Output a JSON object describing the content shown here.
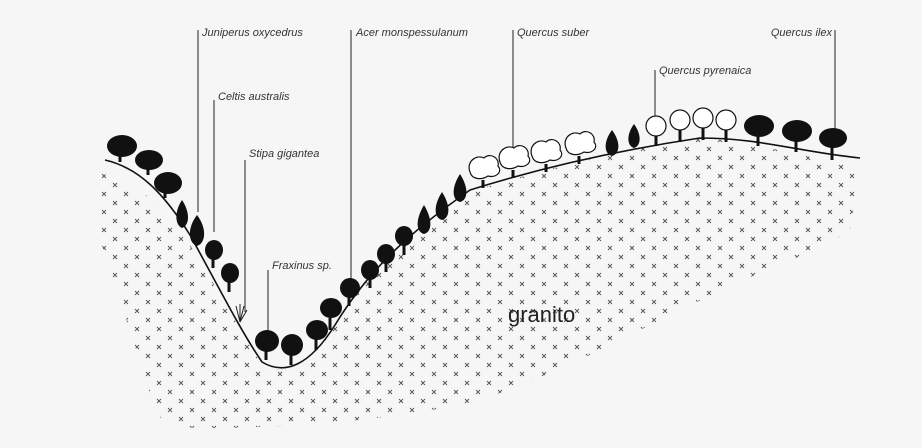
{
  "labels": {
    "juniperus": "Juniperus oxycedrus",
    "celtis": "Celtis australis",
    "stipa": "Stipa gigantea",
    "fraxinus": "Fraxinus sp.",
    "acer": "Acer monspessulanum",
    "suber": "Quercus suber",
    "pyrenaica": "Quercus pyrenaica",
    "ilex": "Quercus ilex"
  },
  "substrate_label": "granito",
  "colors": {
    "background": "#f6f6f6",
    "ink": "#111111",
    "soil_mark": "#555555"
  }
}
